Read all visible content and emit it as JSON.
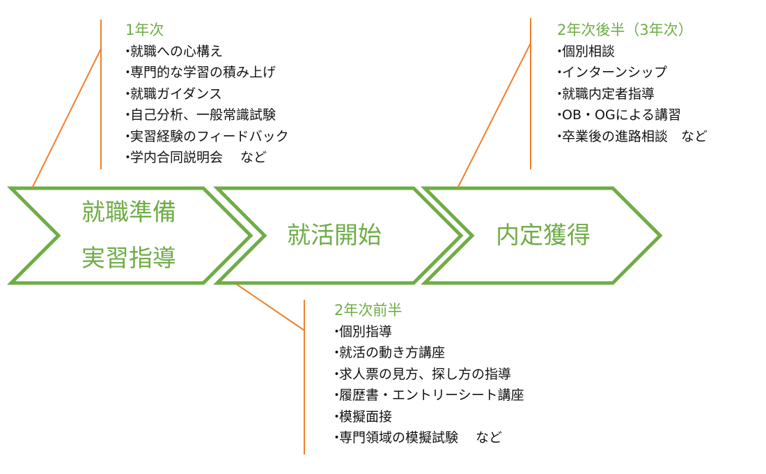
{
  "stages": [
    {
      "line1": "就職準備",
      "line2": "実習指導"
    },
    {
      "line1": "就活開始"
    },
    {
      "line1": "内定獲得"
    }
  ],
  "notes": {
    "year1": {
      "heading": "1年次",
      "items": [
        "就職への心構え",
        "専門的な学習の積み上げ",
        "就職ガイダンス",
        "自己分析、一般常識試験",
        "実習経験のフィードバック",
        "学内合同説明会　 など"
      ]
    },
    "year2_first": {
      "heading": "2年次前半",
      "items": [
        "個別指導",
        "就活の動き方講座",
        "求人票の見方、探し方の指導",
        "履歴書・エントリーシート講座",
        "模擬面接",
        "専門領域の模擬試験　 など"
      ]
    },
    "year2_second": {
      "heading": "2年次後半（3年次）",
      "items": [
        "個別相談",
        "インターンシップ",
        "就職内定者指導",
        "OB・OGによる講習",
        "卒業後の進路相談　など"
      ]
    }
  },
  "colors": {
    "arrow_stroke": "#6fac46",
    "connector": "#f07f2a",
    "heading": "#6fac46"
  }
}
